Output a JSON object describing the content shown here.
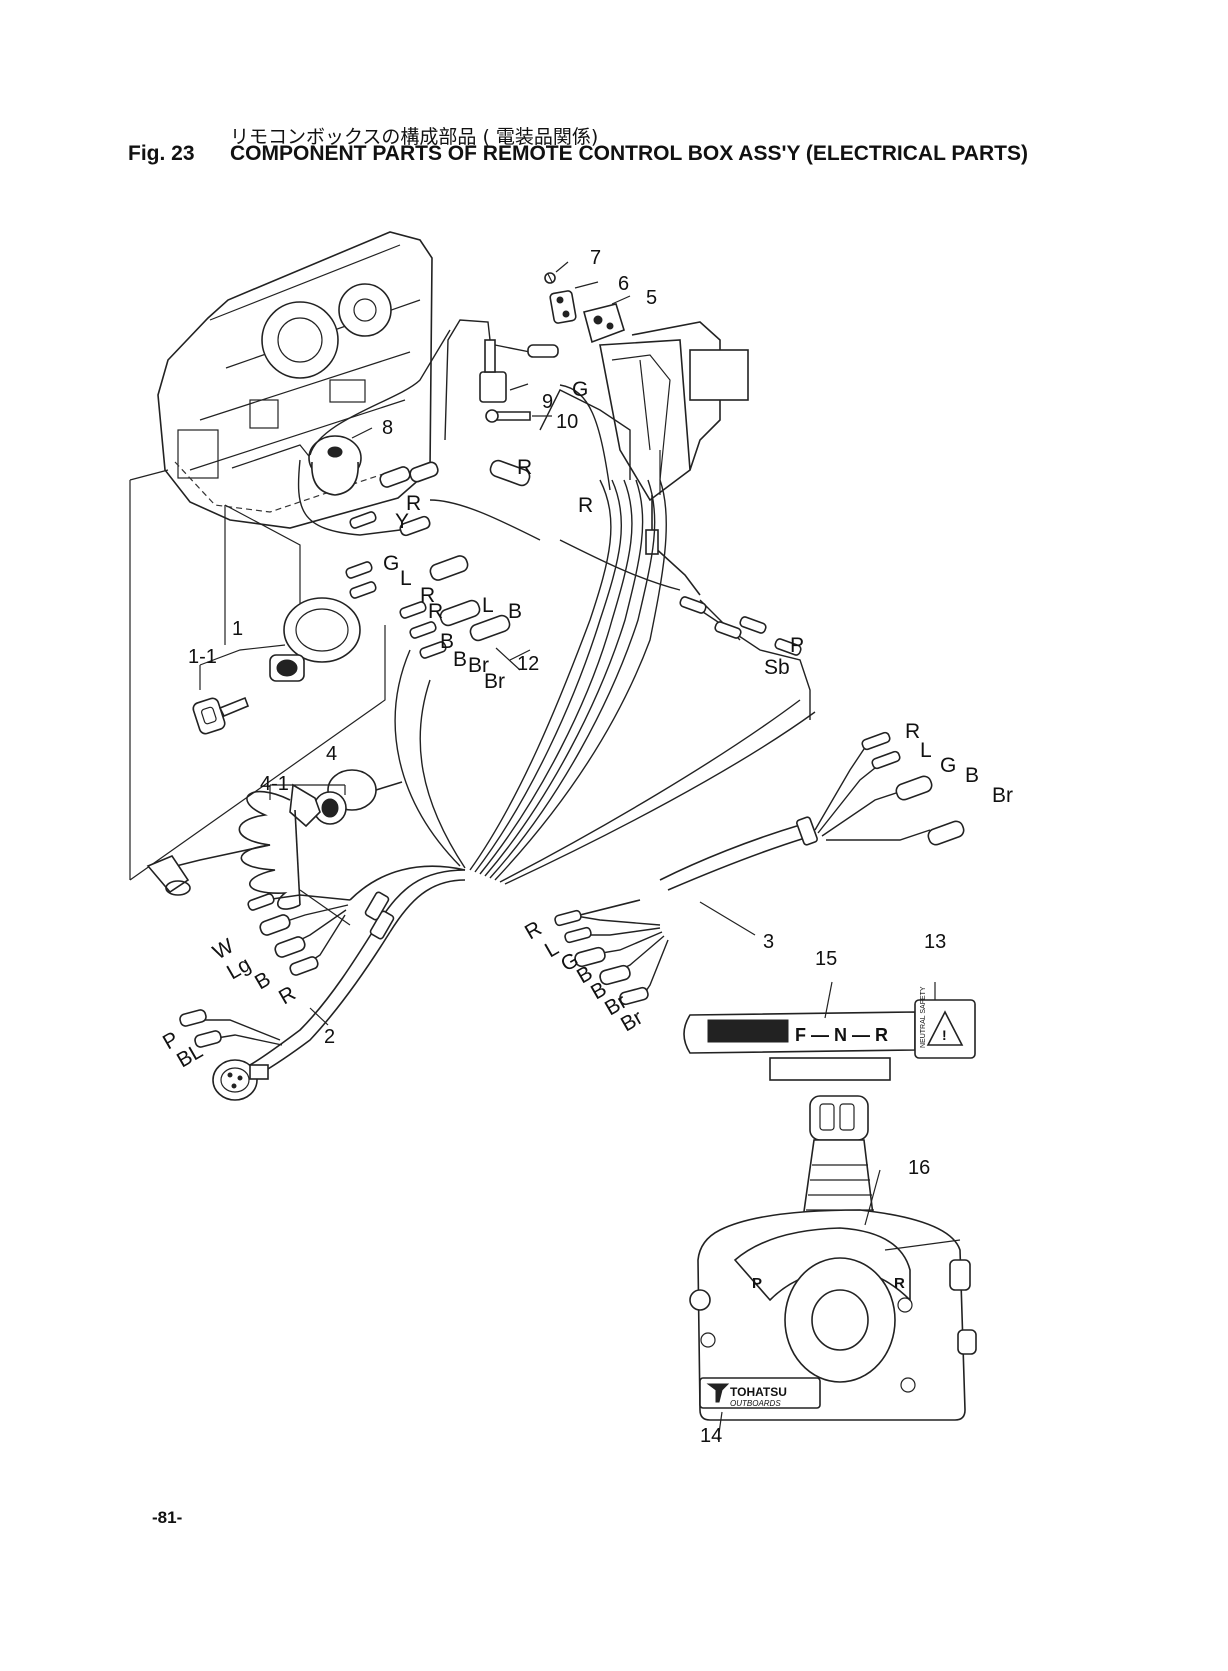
{
  "header": {
    "japanese_title": "リモコンボックスの構成部品 ( 電装品関係)",
    "figure_number": "Fig. 23",
    "title": "COMPONENT PARTS OF REMOTE CONTROL BOX ASS'Y (ELECTRICAL PARTS)"
  },
  "callouts": {
    "c1": "1",
    "c1_1": "1-1",
    "c2": "2",
    "c3": "3",
    "c4": "4",
    "c4_1": "4-1",
    "c5": "5",
    "c6": "6",
    "c7": "7",
    "c8": "8",
    "c9": "9",
    "c10": "10",
    "c12": "12",
    "c13": "13",
    "c14": "14",
    "c15": "15",
    "c16": "16"
  },
  "wire_labels": {
    "upper_g": "G",
    "upper_r1": "R",
    "upper_r2": "R",
    "switch_r": "R",
    "switch_y": "Y",
    "switch_g": "G",
    "switch_l": "L",
    "switch_r3": "R",
    "switch_r4": "R",
    "switch_l2": "L",
    "switch_b1": "B",
    "switch_b2": "B",
    "switch_b3": "B",
    "switch_br1": "Br",
    "switch_br2": "Br",
    "right_p": "P",
    "right_sb": "Sb",
    "far_r": "R",
    "far_l": "L",
    "far_g": "G",
    "far_b": "B",
    "far_br": "Br",
    "left_w": "W",
    "left_lg": "Lg",
    "left_b": "B",
    "left_r": "R",
    "left_p": "P",
    "left_bl": "BL",
    "mid_r": "R",
    "mid_l": "L",
    "mid_g": "G",
    "mid_b1": "B",
    "mid_b2": "B",
    "mid_br1": "Br",
    "mid_br2": "Br"
  },
  "decal": {
    "shift_text": "F — N — R",
    "warning_text": "NEUTRAL SAFETY"
  },
  "control_box": {
    "brand": "TOHATSU",
    "brand_sub": "OUTBOARDS",
    "marker_p": "P",
    "marker_r": "R"
  },
  "footer": {
    "page_number": "-81-"
  }
}
